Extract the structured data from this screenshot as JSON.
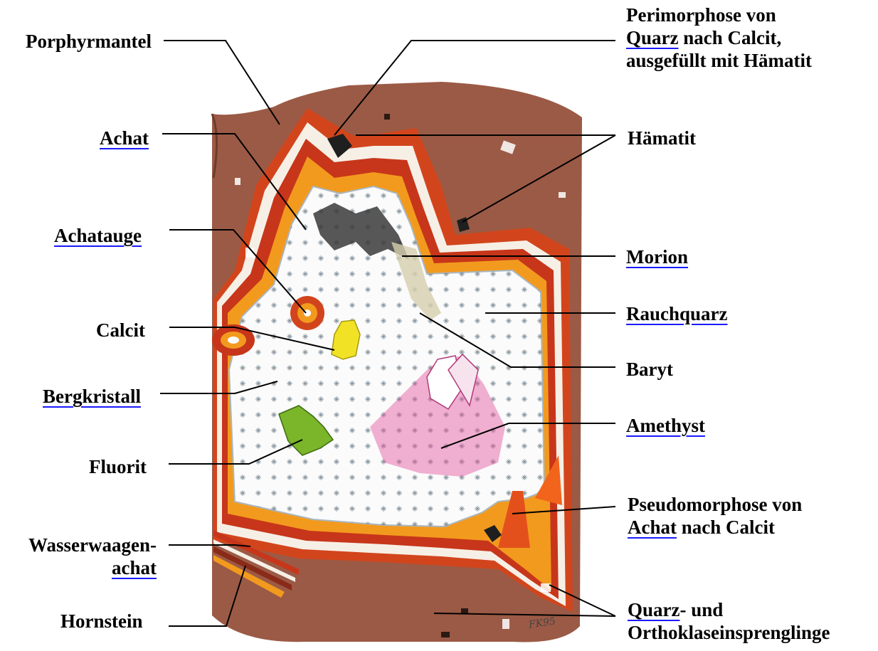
{
  "labels": {
    "porphyrmantel": "Porphyrmantel",
    "achat": "Achat",
    "achatauge": "Achatauge",
    "calcit": "Calcit",
    "bergkristall": "Bergkristall",
    "fluorit": "Fluorit",
    "wasserwaagen_line1": "Wasserwaagen-",
    "wasserwaagen_line2": "achat",
    "hornstein": "Hornstein",
    "perimorphose_line1": "Perimorphose von",
    "perimorphose_link": "Quarz",
    "perimorphose_line2_rest": " nach Calcit,",
    "perimorphose_line3": "ausgefüllt mit Hämatit",
    "haematit": "Hämatit",
    "morion": "Morion",
    "rauchquarz": "Rauchquarz",
    "baryt": "Baryt",
    "amethyst": "Amethyst",
    "pseudo_line1": "Pseudomorphose von",
    "pseudo_link": "Achat",
    "pseudo_line2_rest": " nach Calcit",
    "quarz_link": "Quarz",
    "quarz_line1_rest": "- und",
    "quarz_line2": "Orthoklaseinsprenglinge"
  },
  "signature": "FK95",
  "colors": {
    "porphyry": "#9b5a45",
    "agate_red": "#d2451c",
    "agate_orange": "#f29a1e",
    "cavity": "#fbfbfb",
    "amethyst": "#e3529c",
    "calcite": "#f2e226",
    "fluorite": "#7ab52a",
    "link_underline": "#1a1aff"
  }
}
